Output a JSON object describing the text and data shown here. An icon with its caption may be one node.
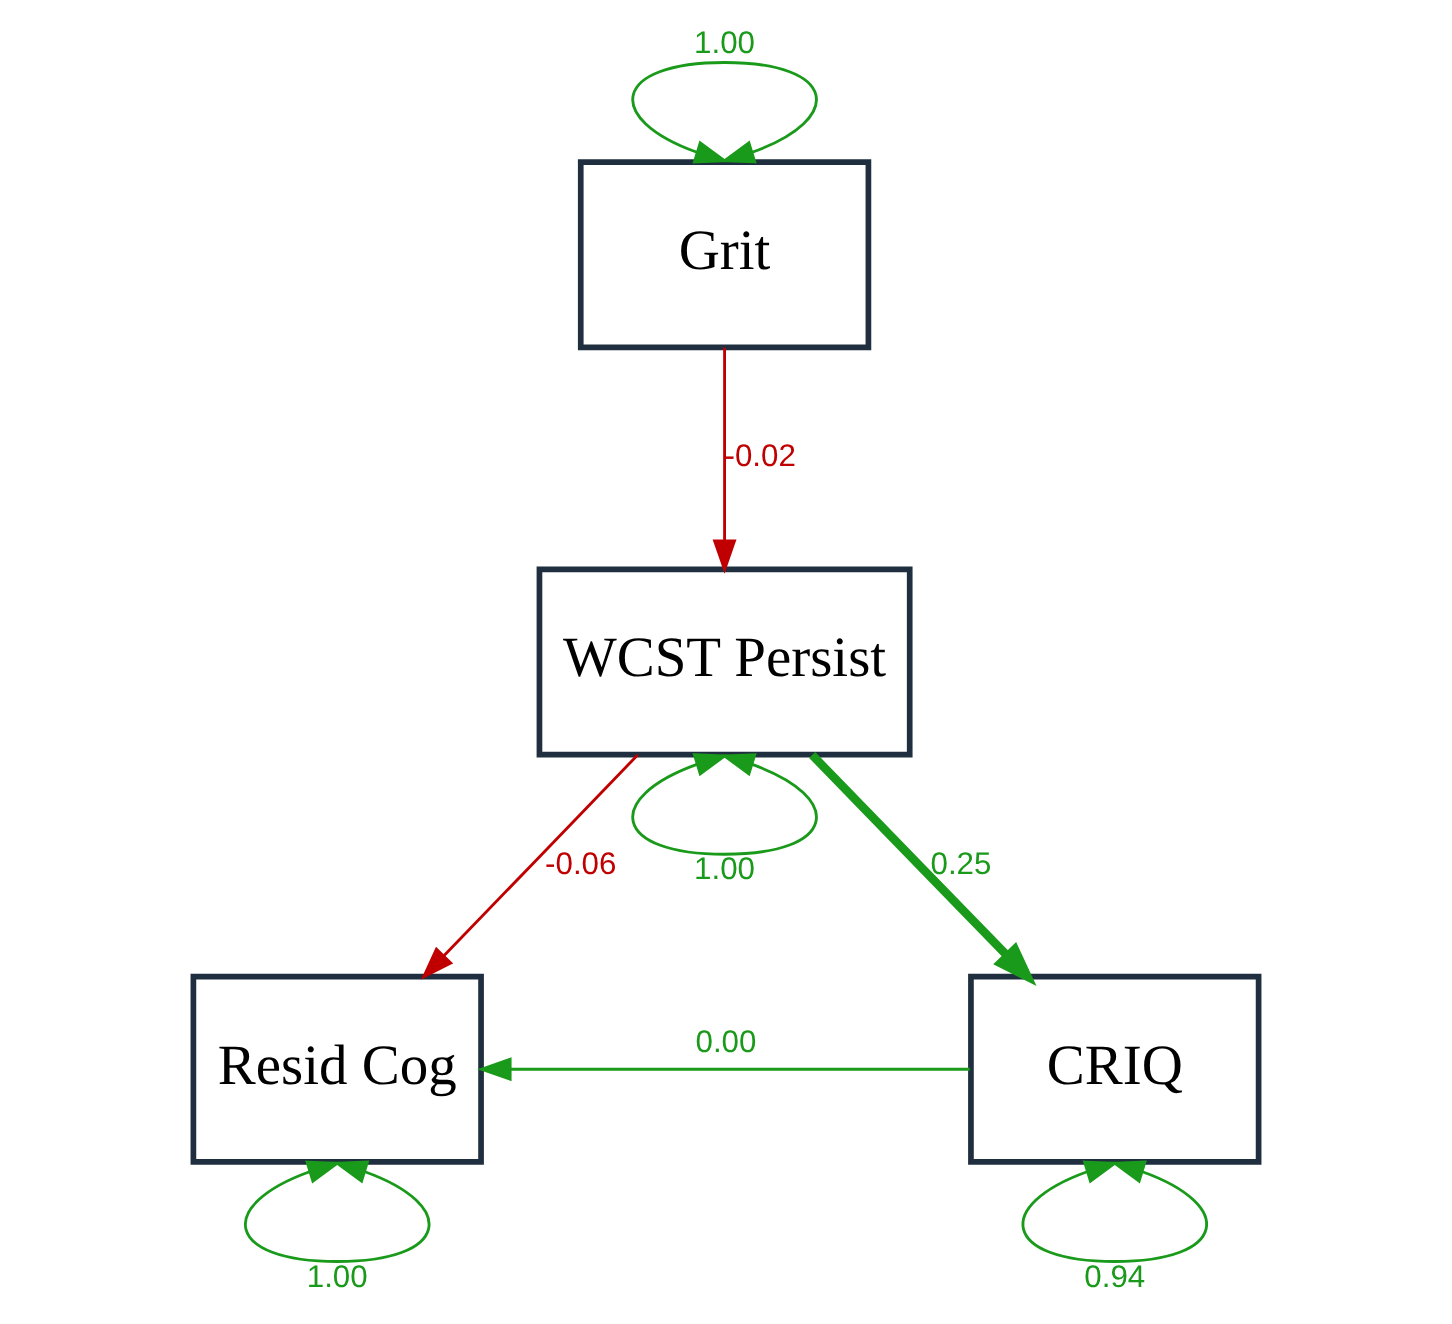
{
  "diagram": {
    "nodes": [
      {
        "text": [
          "Grit"
        ]
      },
      {
        "text": [
          "WCST Persist"
        ]
      },
      {
        "text": [
          "Resid Cog"
        ]
      },
      {
        "text": [
          "CRIQ"
        ]
      }
    ],
    "edges": [
      {
        "from": 0,
        "to": 0,
        "arrow": "both",
        "label": "1.00"
      },
      {
        "from": 0,
        "to": 1,
        "arrow": "to",
        "label": "-0.02",
        "color": "#c00000"
      },
      {
        "from": 1,
        "to": 1,
        "arrow": "both",
        "label": "1.00"
      },
      {
        "from": 1,
        "to": 2,
        "arrow": "to",
        "label": "-0.06",
        "color": "#c00000"
      },
      {
        "from": 1,
        "to": 3,
        "arrow": "to",
        "label": "0.25",
        "style": "thick"
      },
      {
        "from": 3,
        "to": 2,
        "arrow": "to",
        "label": "0.00"
      },
      {
        "from": 2,
        "to": 2,
        "arrow": "both",
        "label": "1.00"
      },
      {
        "from": 3,
        "to": 3,
        "arrow": "both",
        "label": "0.94"
      }
    ]
  }
}
